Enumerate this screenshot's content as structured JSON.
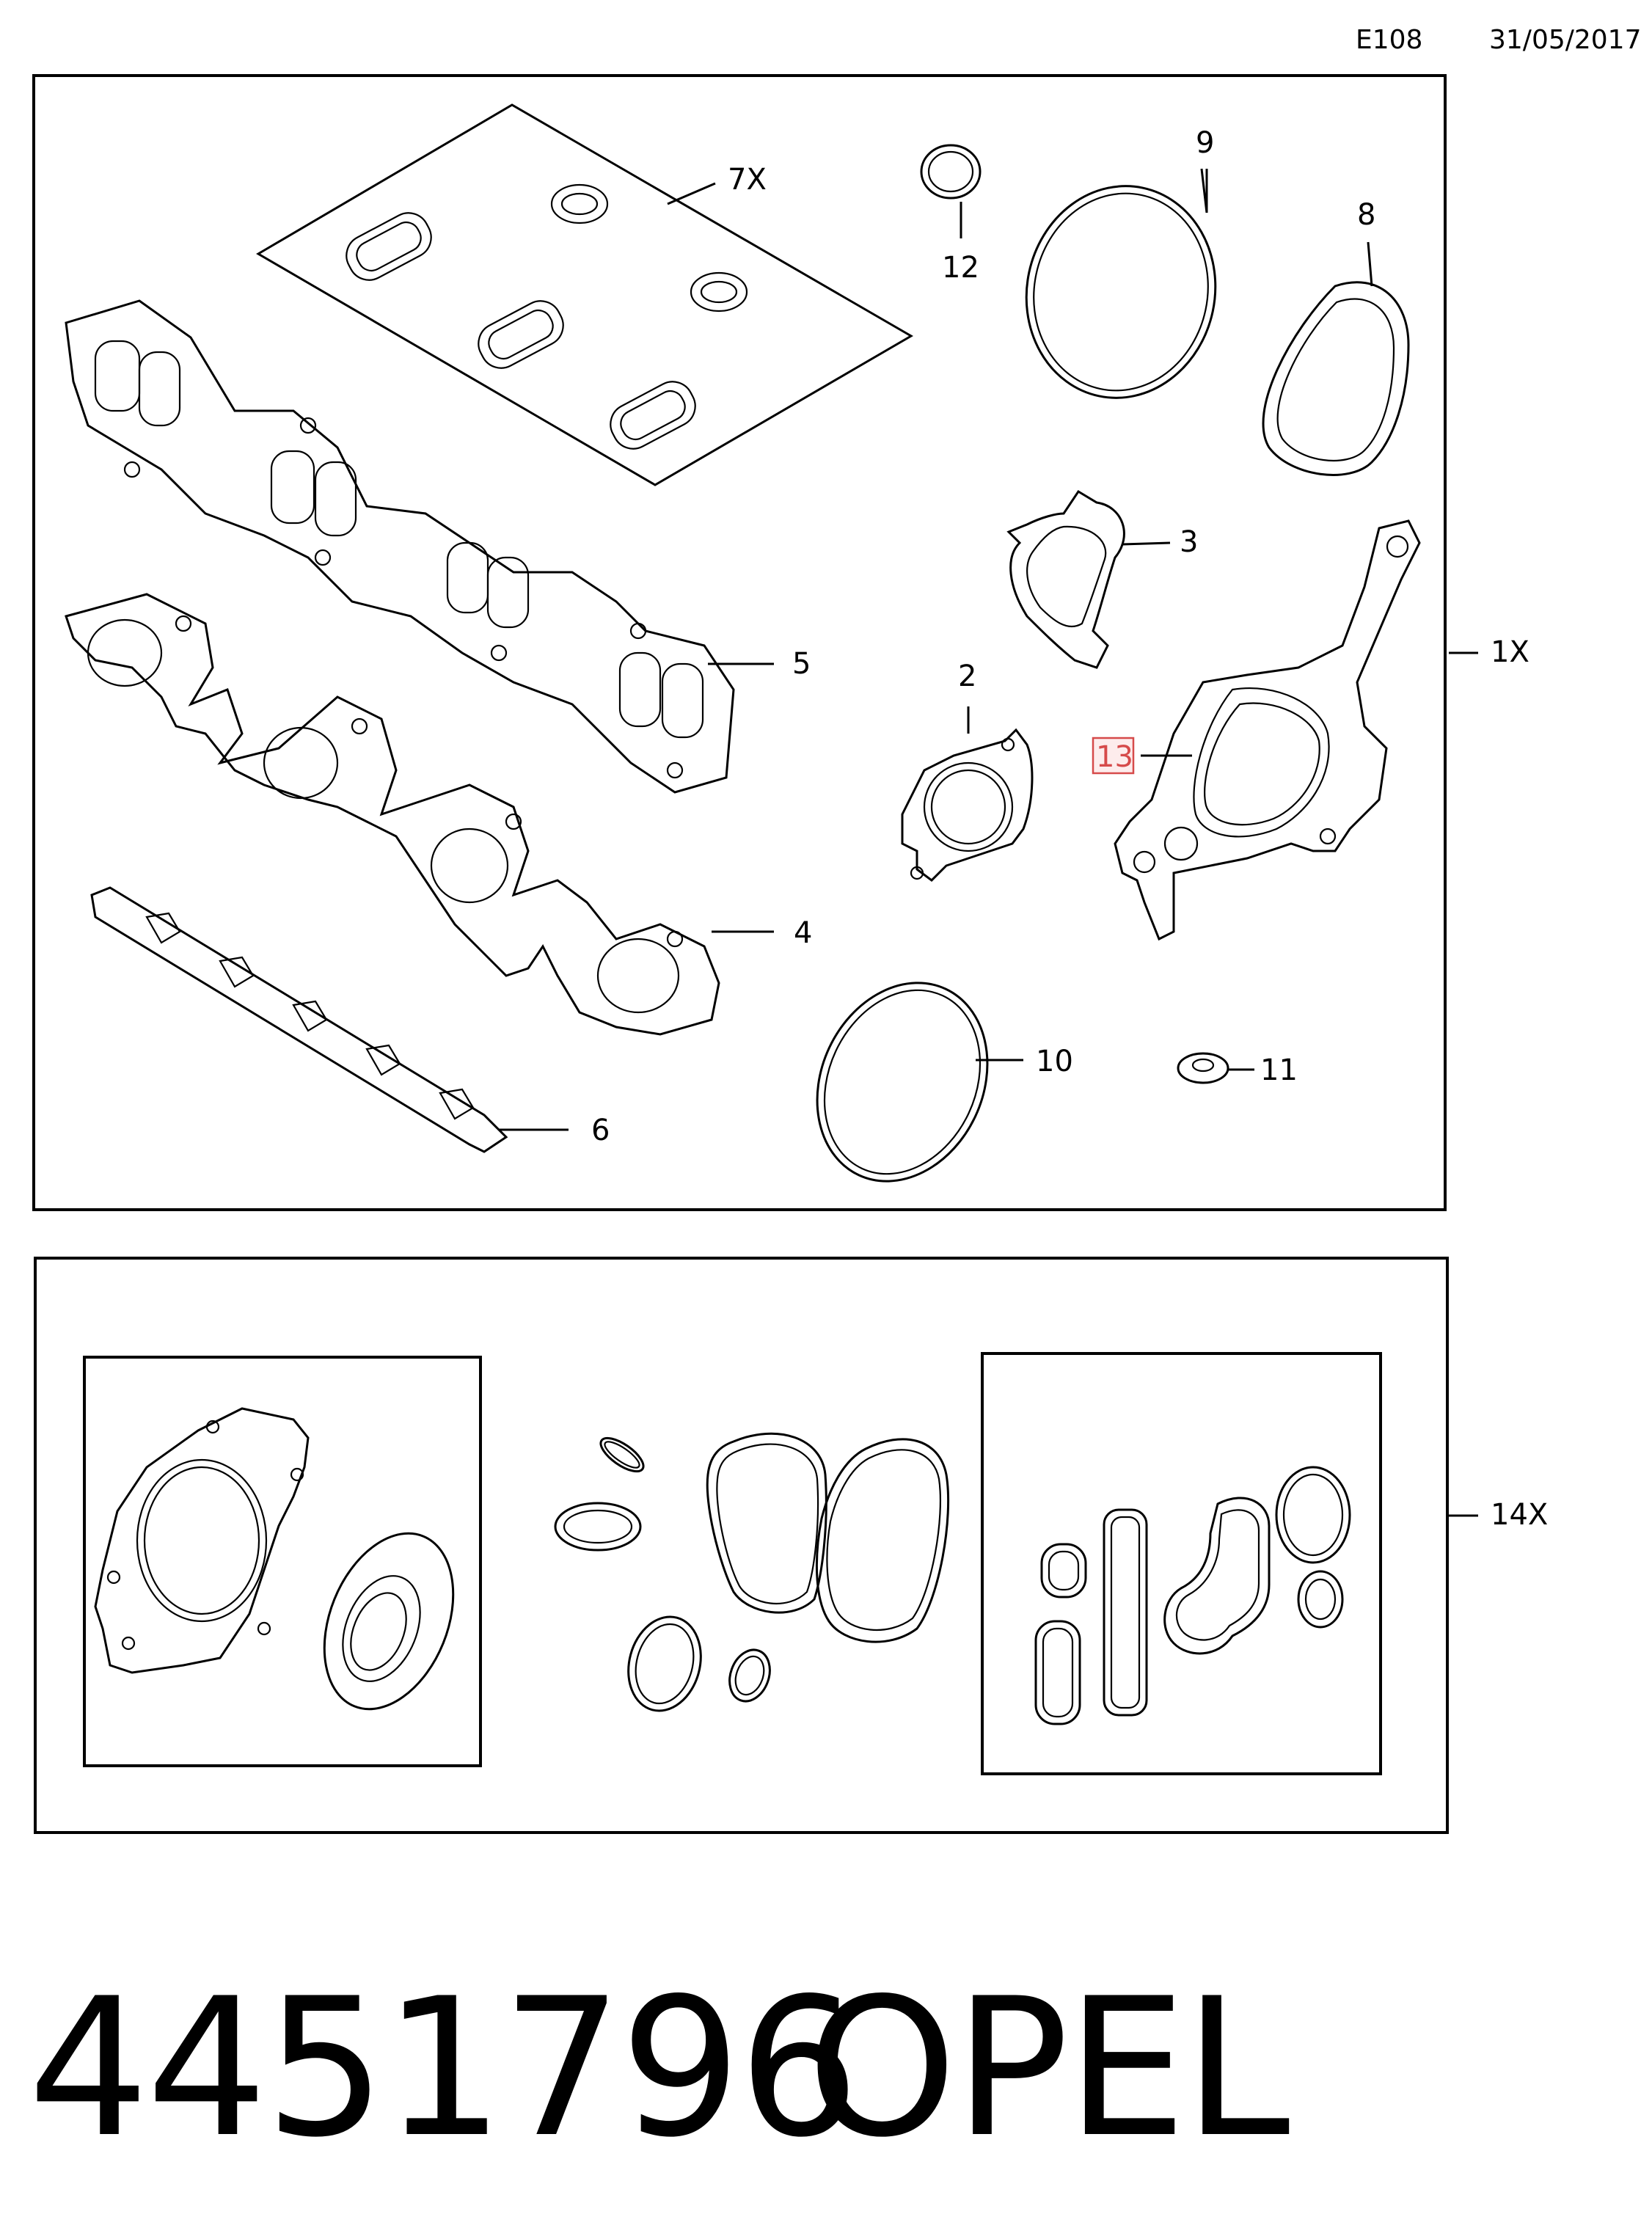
{
  "header": {
    "code": "E108",
    "date": "31/05/2017"
  },
  "footer": {
    "part_number": "4451796",
    "brand": "OPEL"
  },
  "callouts": {
    "c7x": "7X",
    "c12": "12",
    "c9": "9",
    "c8": "8",
    "c3": "3",
    "c1x": "1X",
    "c5": "5",
    "c2": "2",
    "c13": "13",
    "c4": "4",
    "c10": "10",
    "c11": "11",
    "c6": "6",
    "c14x": "14X"
  },
  "colors": {
    "highlight": "#d64a4a",
    "line": "#000000"
  }
}
